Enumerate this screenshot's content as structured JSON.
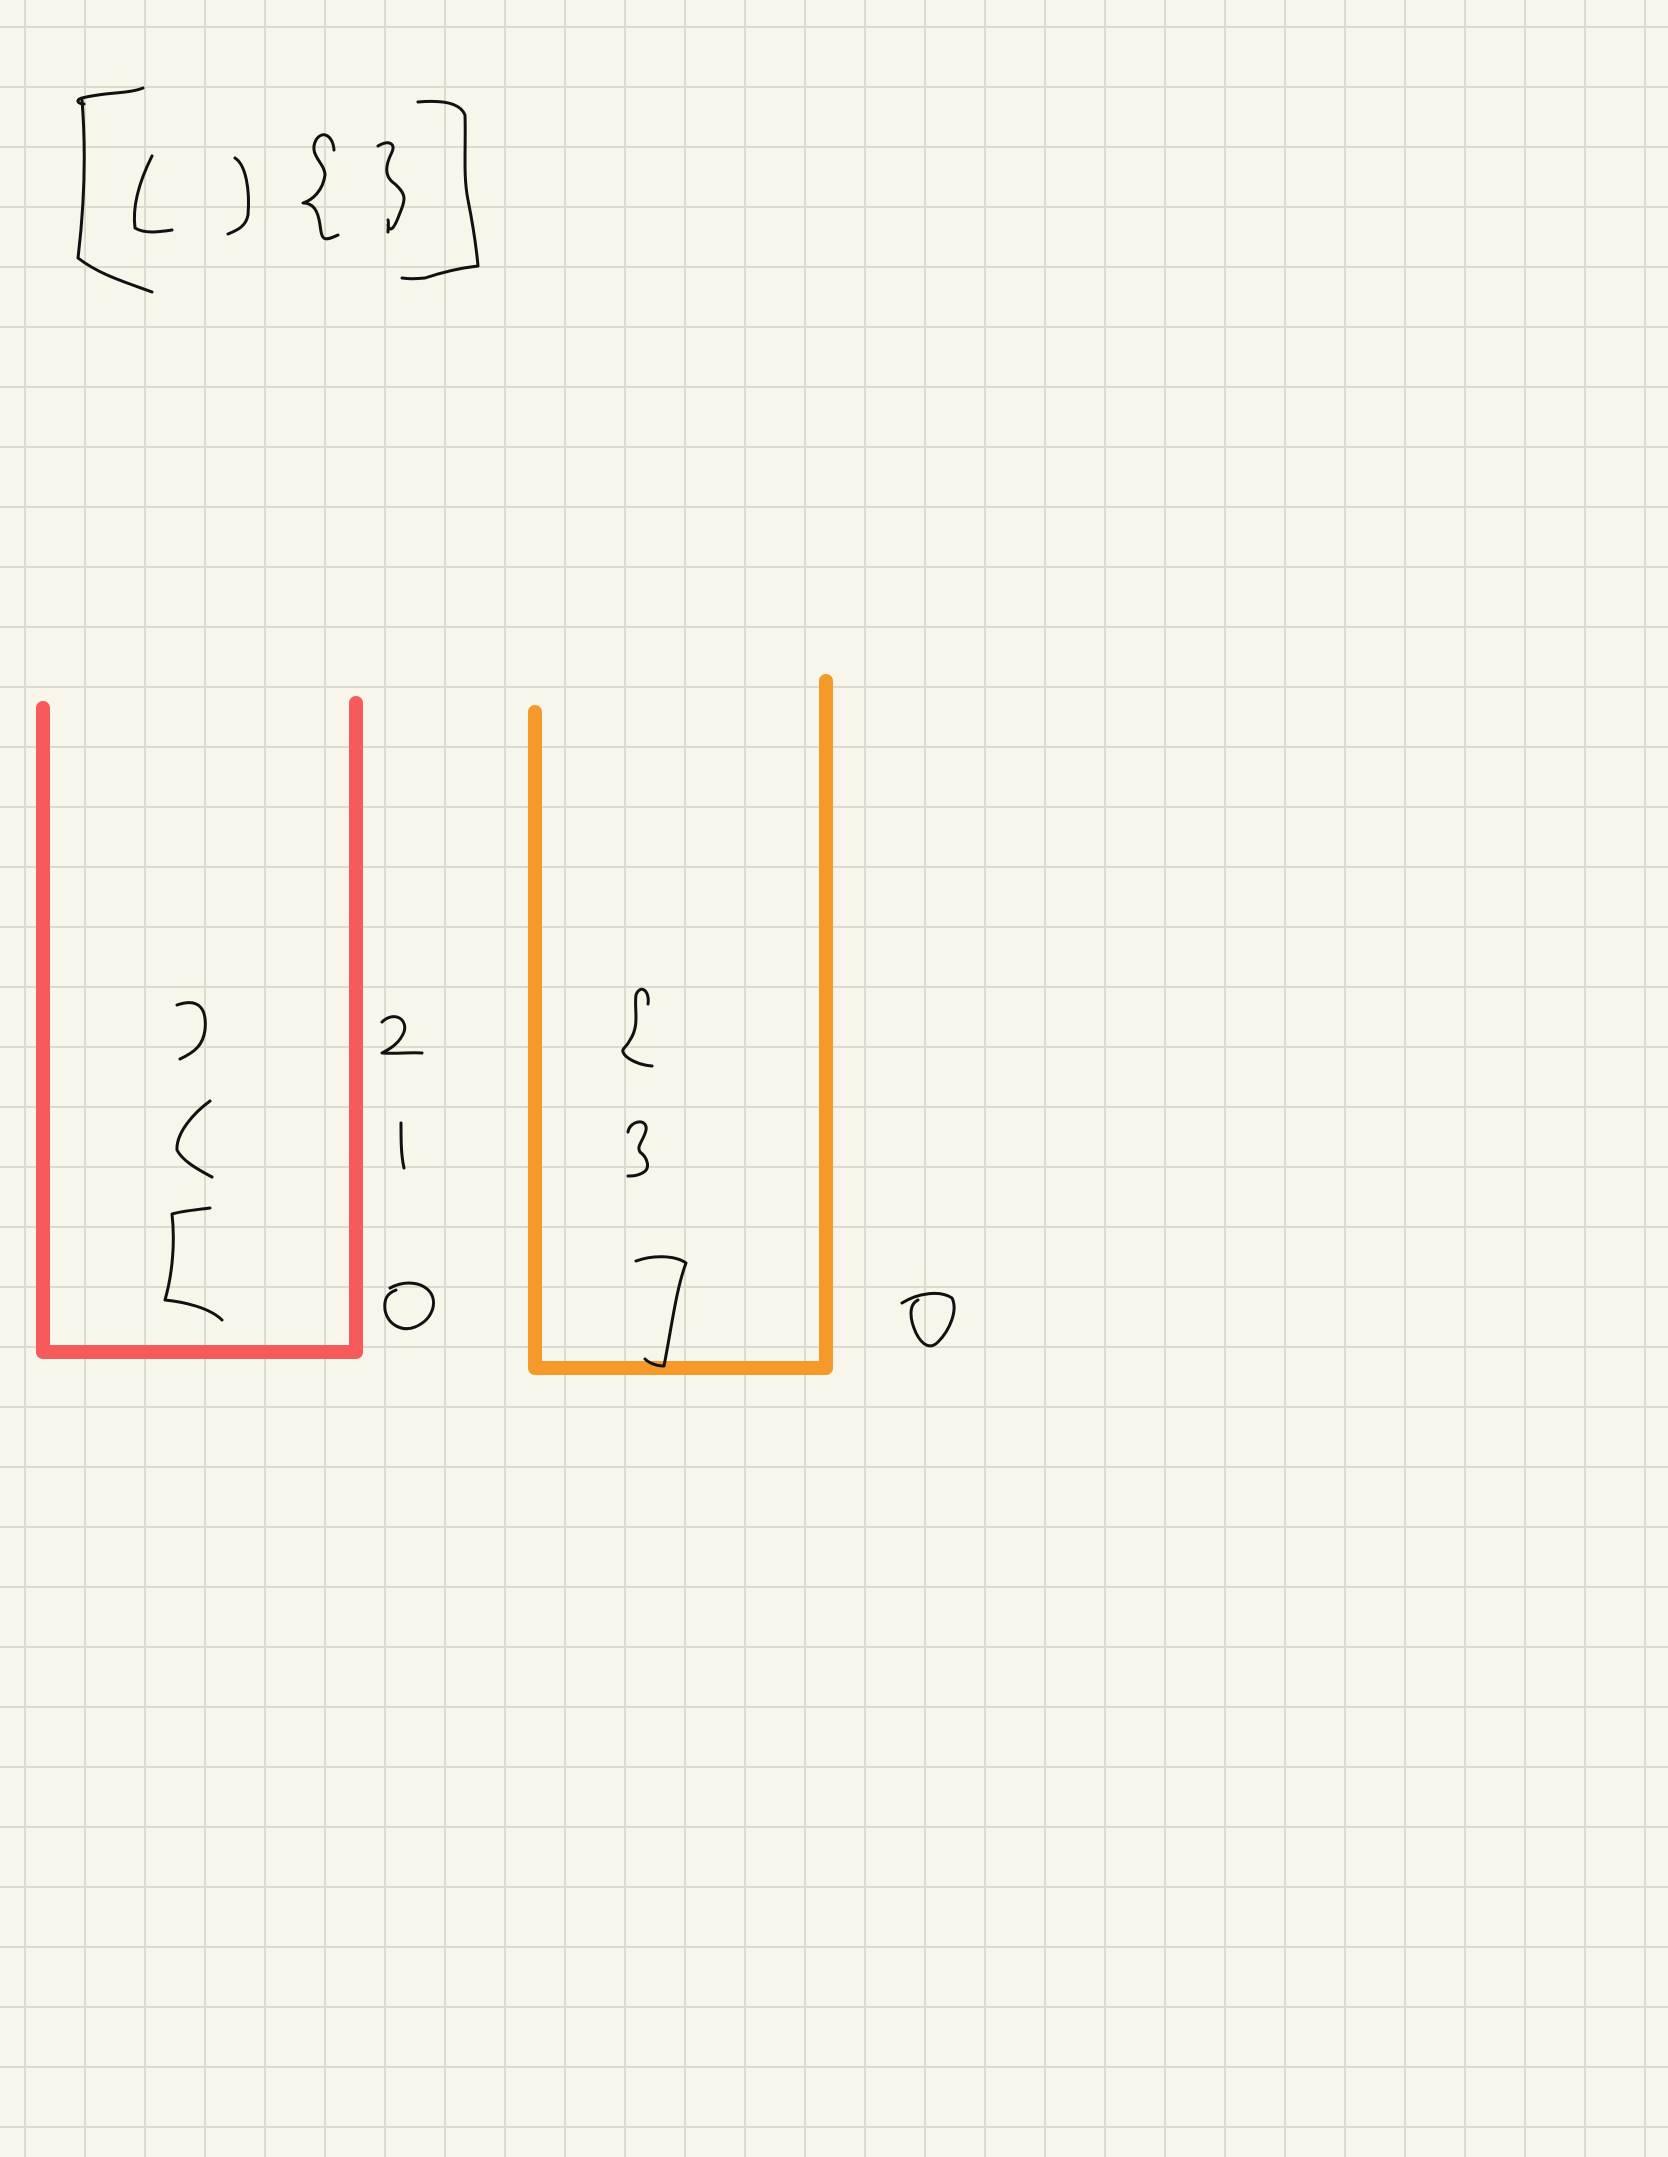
{
  "colors": {
    "paper": "#f8f6ea",
    "grid": "#dcdbcf",
    "ink": "#111111",
    "stack_red": "#f65a5a",
    "stack_orange": "#f5992a"
  },
  "input_expression": "[(){}]",
  "stacks": [
    {
      "color": "stack_red",
      "items": [
        {
          "symbol": ")",
          "index": "2"
        },
        {
          "symbol": "(",
          "index": "1"
        },
        {
          "symbol": "[",
          "index": "0"
        }
      ]
    },
    {
      "color": "stack_orange",
      "items": [
        {
          "symbol": "{",
          "index": ""
        },
        {
          "symbol": "}",
          "index": ""
        },
        {
          "symbol": "]",
          "index": "0"
        }
      ]
    }
  ]
}
